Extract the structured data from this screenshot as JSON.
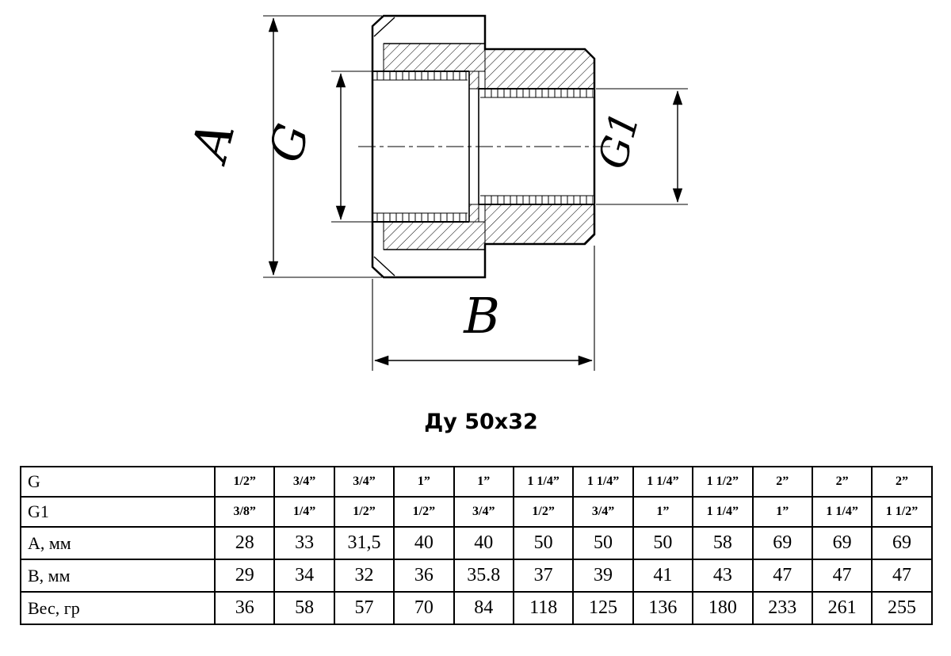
{
  "drawing": {
    "caption": "Ду 50x32",
    "dim_a": "A",
    "dim_g": "G",
    "dim_g1": "G1",
    "dim_b": "B"
  },
  "table": {
    "rows": [
      {
        "label": "G",
        "values": [
          "1/2”",
          "3/4”",
          "3/4”",
          "1”",
          "1”",
          "1 1/4”",
          "1 1/4”",
          "1 1/4”",
          "1 1/2”",
          "2”",
          "2”",
          "2”"
        ]
      },
      {
        "label": "G1",
        "values": [
          "3/8”",
          "1/4”",
          "1/2”",
          "1/2”",
          "3/4”",
          "1/2”",
          "3/4”",
          "1”",
          "1 1/4”",
          "1”",
          "1 1/4”",
          "1 1/2”"
        ]
      },
      {
        "label": "А, мм",
        "values": [
          "28",
          "33",
          "31,5",
          "40",
          "40",
          "50",
          "50",
          "50",
          "58",
          "69",
          "69",
          "69"
        ]
      },
      {
        "label": "В, мм",
        "values": [
          "29",
          "34",
          "32",
          "36",
          "35.8",
          "37",
          "39",
          "41",
          "43",
          "47",
          "47",
          "47"
        ]
      },
      {
        "label": "Вес, гр",
        "values": [
          "36",
          "58",
          "57",
          "70",
          "84",
          "118",
          "125",
          "136",
          "180",
          "233",
          "261",
          "255"
        ]
      }
    ]
  }
}
